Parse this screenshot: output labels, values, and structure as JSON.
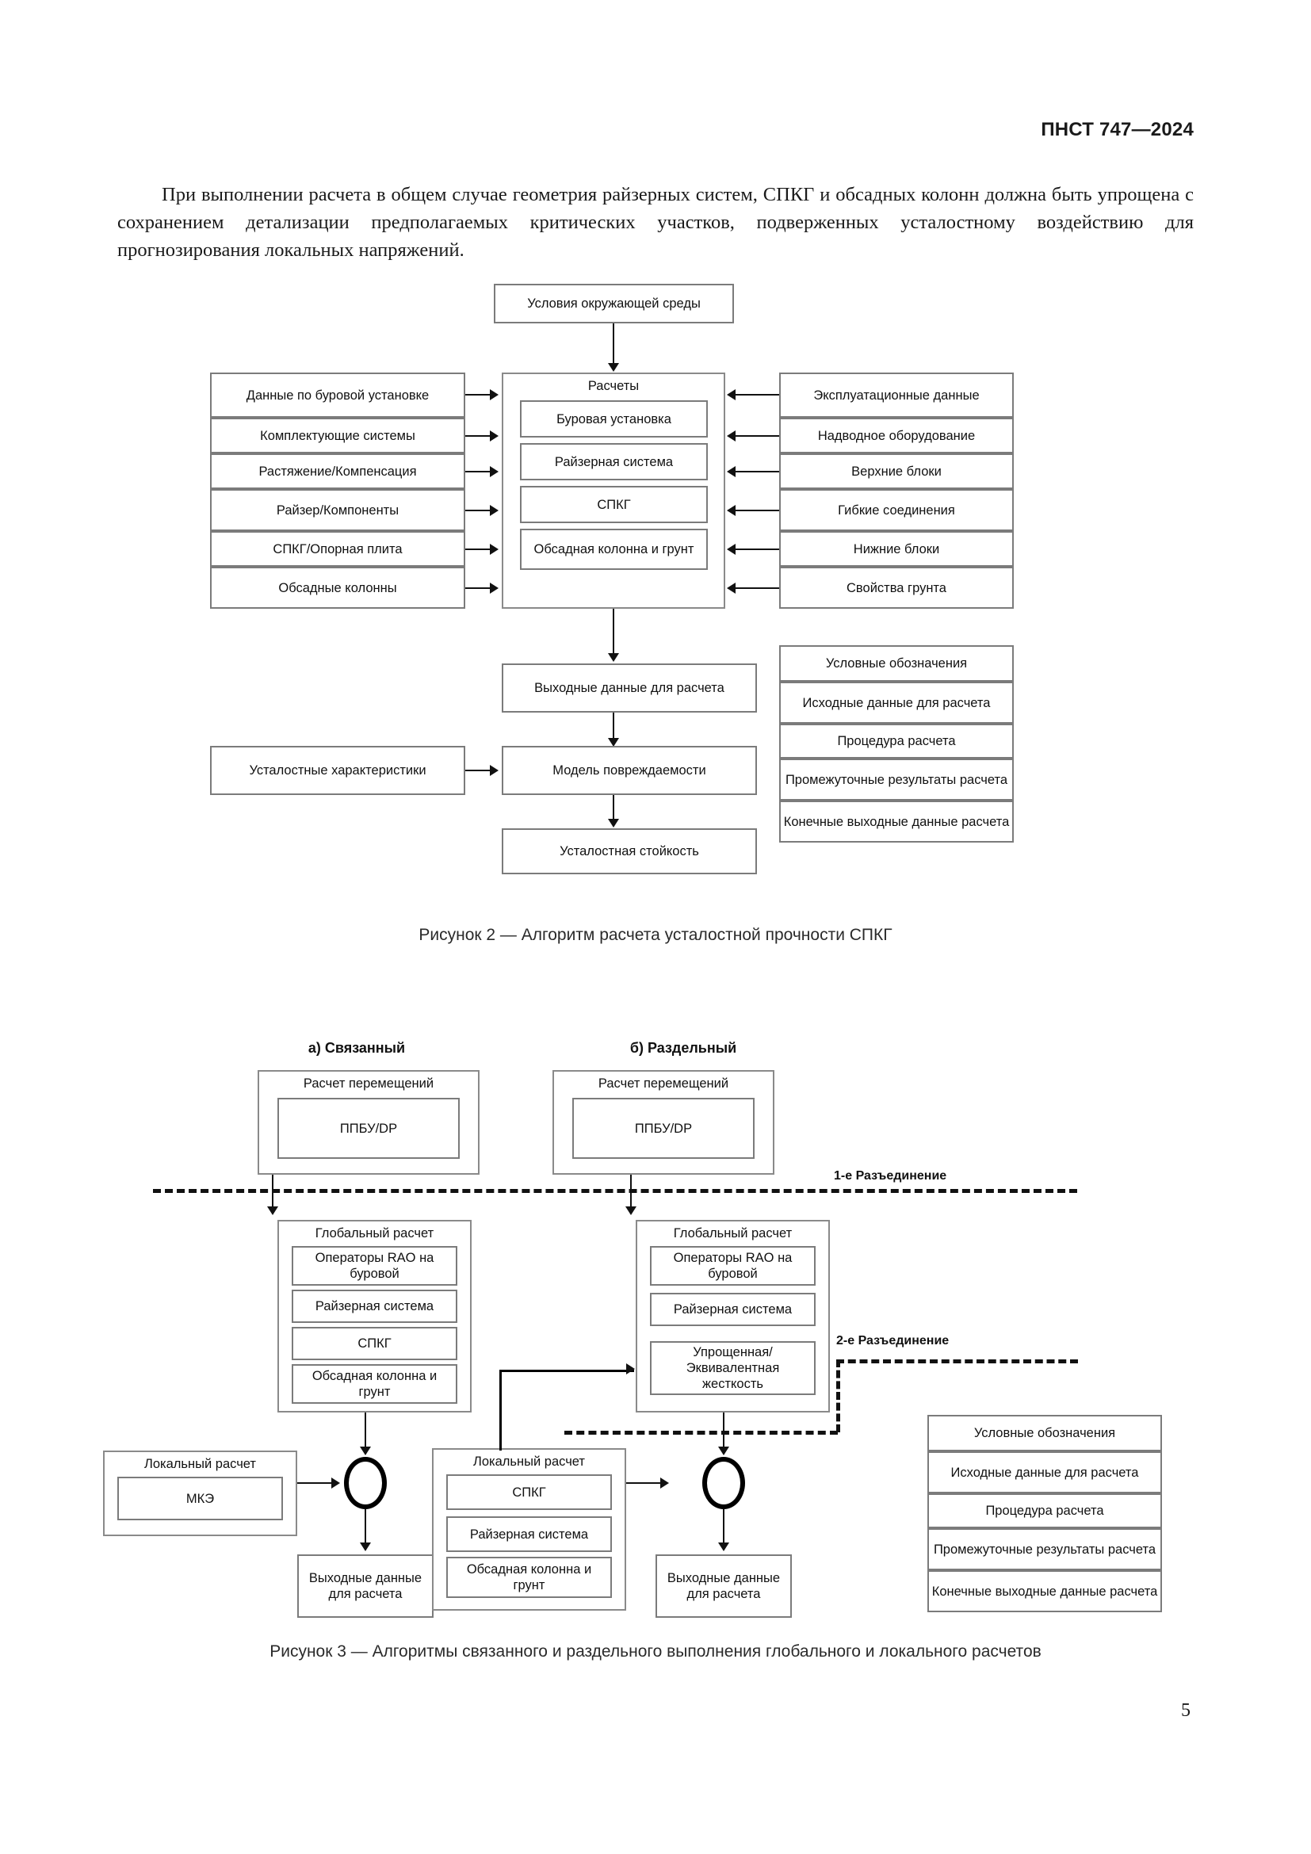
{
  "header": {
    "standard_id": "ПНСТ 747—2024"
  },
  "body": {
    "paragraph": "При выполнении расчета в общем случае геометрия райзерных систем, СПКГ и обсадных колонн должна быть упрощена с сохранением детализации предполагаемых критических участков, подверженных усталостному воздействию для прогнозирования локальных напряжений."
  },
  "page_number": "5",
  "figure2": {
    "caption": "Рисунок 2 — Алгоритм расчета усталостной прочности СПКГ",
    "top_box": "Условия окружающей среды",
    "left_inputs": [
      "Данные по буровой установке",
      "Комплектующие системы",
      "Растяжение/Компенсация",
      "Райзер/Компоненты",
      "СПКГ/Опорная плита",
      "Обсадные колонны"
    ],
    "center_group_title": "Расчеты",
    "center_items": [
      "Буровая установка",
      "Райзерная система",
      "СПКГ",
      "Обсадная колонна и грунт"
    ],
    "right_inputs": [
      "Эксплуатационные данные",
      "Надводное оборудование",
      "Верхние блоки",
      "Гибкие соединения",
      "Нижние блоки",
      "Свойства грунта"
    ],
    "output_box": "Выходные данные для расчета",
    "fatigue_box": "Усталостные характеристики",
    "damage_box": "Модель повреждаемости",
    "result_box": "Усталостная стойкость",
    "legend_title": "Условные обозначения",
    "legend_items": [
      "Исходные данные для расчета",
      "Процедура расчета",
      "Промежуточные результаты расчета",
      "Конечные выходные данные расчета"
    ]
  },
  "figure3": {
    "caption": "Рисунок 3 — Алгоритмы связанного и раздельного выполнения глобального и локального расчетов",
    "col_a_label": "а) Связанный",
    "col_b_label": "б) Раздельный",
    "displacement_title": "Расчет перемещений",
    "displacement_item": "ППБУ/DP",
    "separator1": "1-е Разъединение",
    "separator2": "2-е Разъединение",
    "global_title": "Глобальный расчет",
    "global_items_a": [
      "Операторы RAO на буровой",
      "Райзерная система",
      "СПКГ",
      "Обсадная колонна и грунт"
    ],
    "global_items_b": [
      "Операторы RAO на буровой",
      "Райзерная система",
      "Упрощенная/ Эквивалентная жесткость"
    ],
    "local_title": "Локальный расчет",
    "local_item_a": "МКЭ",
    "local_items_b": [
      "СПКГ",
      "Райзерная система",
      "Обсадная колонна и грунт"
    ],
    "output_box": "Выходные данные для расчета",
    "legend_title": "Условные обозначения",
    "legend_items": [
      "Исходные данные для расчета",
      "Процедура расчета",
      "Промежуточные результаты расчета",
      "Конечные выходные данные расчета"
    ]
  }
}
